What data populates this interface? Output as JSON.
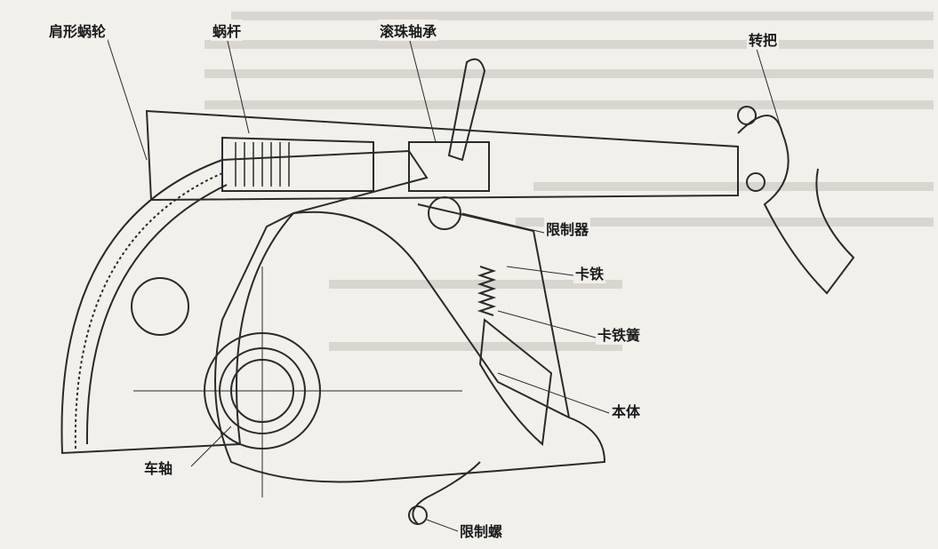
{
  "labels": {
    "shoulder_worm_wheel": "肩形蜗轮",
    "worm": "蜗杆",
    "ball_bearing": "滚珠轴承",
    "handle": "转把",
    "limiter": "限制器",
    "latch": "卡铁",
    "latch_spring": "卡铁簧",
    "body": "本体",
    "axle": "车轴",
    "limit_screw": "限制螺"
  },
  "colors": {
    "ink": "#2a2a2a",
    "paper": "#f1f0eb"
  }
}
